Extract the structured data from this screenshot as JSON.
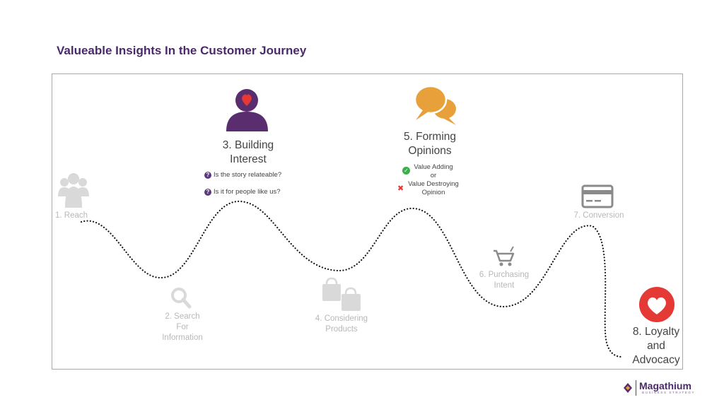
{
  "title": "Valueable Insights In the Customer Journey",
  "stages": [
    {
      "label": "1. Reach",
      "icon": "people-group-icon",
      "color": "#d9d9d9"
    },
    {
      "label_lines": [
        "2. Search",
        "For",
        "Information"
      ],
      "icon": "magnifier-icon",
      "color": "#d9d9d9"
    },
    {
      "label_lines": [
        "3. Building",
        "Interest"
      ],
      "icon": "person-heart-icon",
      "color": "#5a2d6e"
    },
    {
      "label_lines": [
        "4. Considering",
        "Products"
      ],
      "icon": "shopping-bags-icon",
      "color": "#d9d9d9"
    },
    {
      "label_lines": [
        "5. Forming",
        "Opinions"
      ],
      "icon": "speech-bubbles-icon",
      "color": "#e8a13a"
    },
    {
      "label_lines": [
        "6. Purchasing",
        "Intent"
      ],
      "icon": "shopping-cart-icon",
      "color": "#8a8a8a"
    },
    {
      "label": "7. Conversion",
      "icon": "credit-card-icon",
      "color": "#8a8a8a"
    },
    {
      "label_lines": [
        "8. Loyalty",
        "and",
        "Advocacy"
      ],
      "icon": "heart-circle-icon",
      "color": "#e53935"
    }
  ],
  "interest_questions": [
    "Is the story relateable?",
    "Is it for people like us?"
  ],
  "opinions": {
    "adding": "Value Adding",
    "or": "or",
    "destroying_lines": [
      "Value Destroying",
      "Opinion"
    ]
  },
  "brand": {
    "name": "Magathium",
    "tagline": "BUSINESS STRATEGY"
  }
}
